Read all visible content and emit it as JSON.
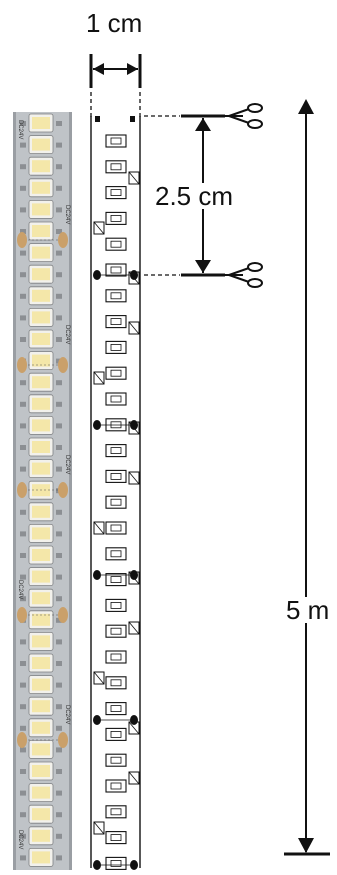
{
  "diagram": {
    "width_label": "1 cm",
    "cut_interval_label": "2.5 cm",
    "length_label": "5 m",
    "photo_strip_markings": [
      "DC24V",
      "+",
      "-"
    ],
    "colors": {
      "strip_base": "#bfc3c7",
      "strip_base_dark": "#9a9ea3",
      "led_body": "#f2f1ec",
      "led_phosphor": "#f4e7a9",
      "solder_pad": "#caa06a",
      "line": "#111111"
    },
    "icons": [
      "scissors-icon",
      "scissors-icon"
    ]
  }
}
